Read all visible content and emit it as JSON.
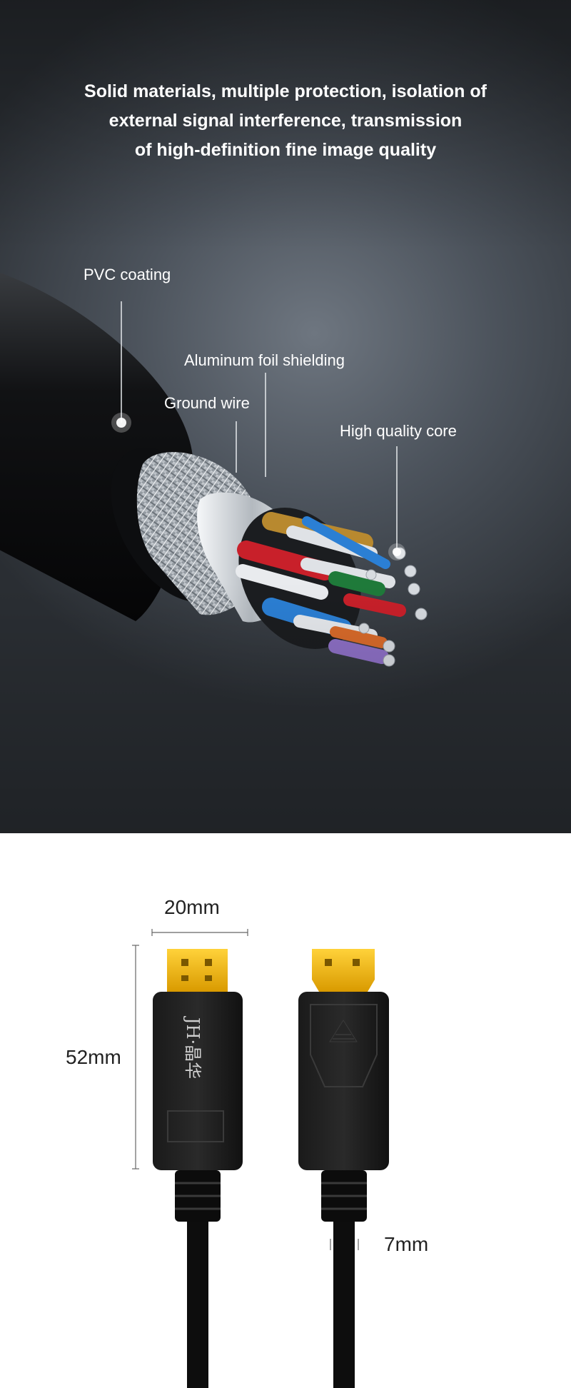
{
  "headline": {
    "line1": "Solid materials, multiple protection, isolation of",
    "line2": "external signal interference, transmission",
    "line3": "of high-definition fine image quality"
  },
  "callouts": {
    "pvc": "PVC coating",
    "foil": "Aluminum foil shielding",
    "ground": "Ground wire",
    "core": "High quality core"
  },
  "dimensions": {
    "width": "20mm",
    "length": "52mm",
    "cable": "7mm"
  },
  "logo": {
    "text": "JH·晶华"
  },
  "colors": {
    "panel_dark": "#2a2e33",
    "wire_red": "#c8202a",
    "wire_green": "#1f7a3a",
    "wire_blue": "#2b7fd4",
    "wire_gold": "#b8892f",
    "wire_purple": "#8c6fc4",
    "wire_orange": "#d86a2a",
    "gold_contact": "#f2b705"
  }
}
